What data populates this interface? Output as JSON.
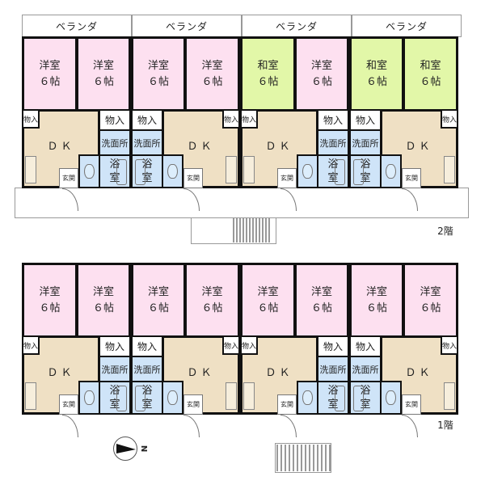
{
  "floors": [
    {
      "label": "2階",
      "veranda": [
        "ベランダ",
        "ベランダ",
        "ベランダ",
        "ベランダ"
      ],
      "rooms": [
        "洋室\n６帖",
        "洋室\n６帖",
        "洋室\n６帖",
        "洋室\n６帖",
        "和室\n６帖",
        "洋室\n６帖",
        "和室\n６帖",
        "和室\n６帖"
      ],
      "room_types": [
        "洋",
        "洋",
        "洋",
        "洋",
        "和",
        "洋",
        "和",
        "和"
      ]
    },
    {
      "label": "1階",
      "veranda": [],
      "rooms": [
        "洋室\n６帖",
        "洋室\n６帖",
        "洋室\n６帖",
        "洋室\n６帖",
        "洋室\n６帖",
        "洋室\n６帖",
        "洋室\n６帖",
        "洋室\n６帖"
      ],
      "room_types": [
        "洋",
        "洋",
        "洋",
        "洋",
        "洋",
        "洋",
        "洋",
        "洋"
      ]
    }
  ],
  "labels": {
    "dk": "ＤＫ",
    "closet": "物入",
    "washroom": "洗面所",
    "bath": "浴\n室",
    "entrance": "玄関",
    "north": "N"
  },
  "colors": {
    "western_room": "#fde0f0",
    "japanese_room": "#e2f7a8",
    "dk": "#efe0c4",
    "wet": "#cfe4f8"
  }
}
